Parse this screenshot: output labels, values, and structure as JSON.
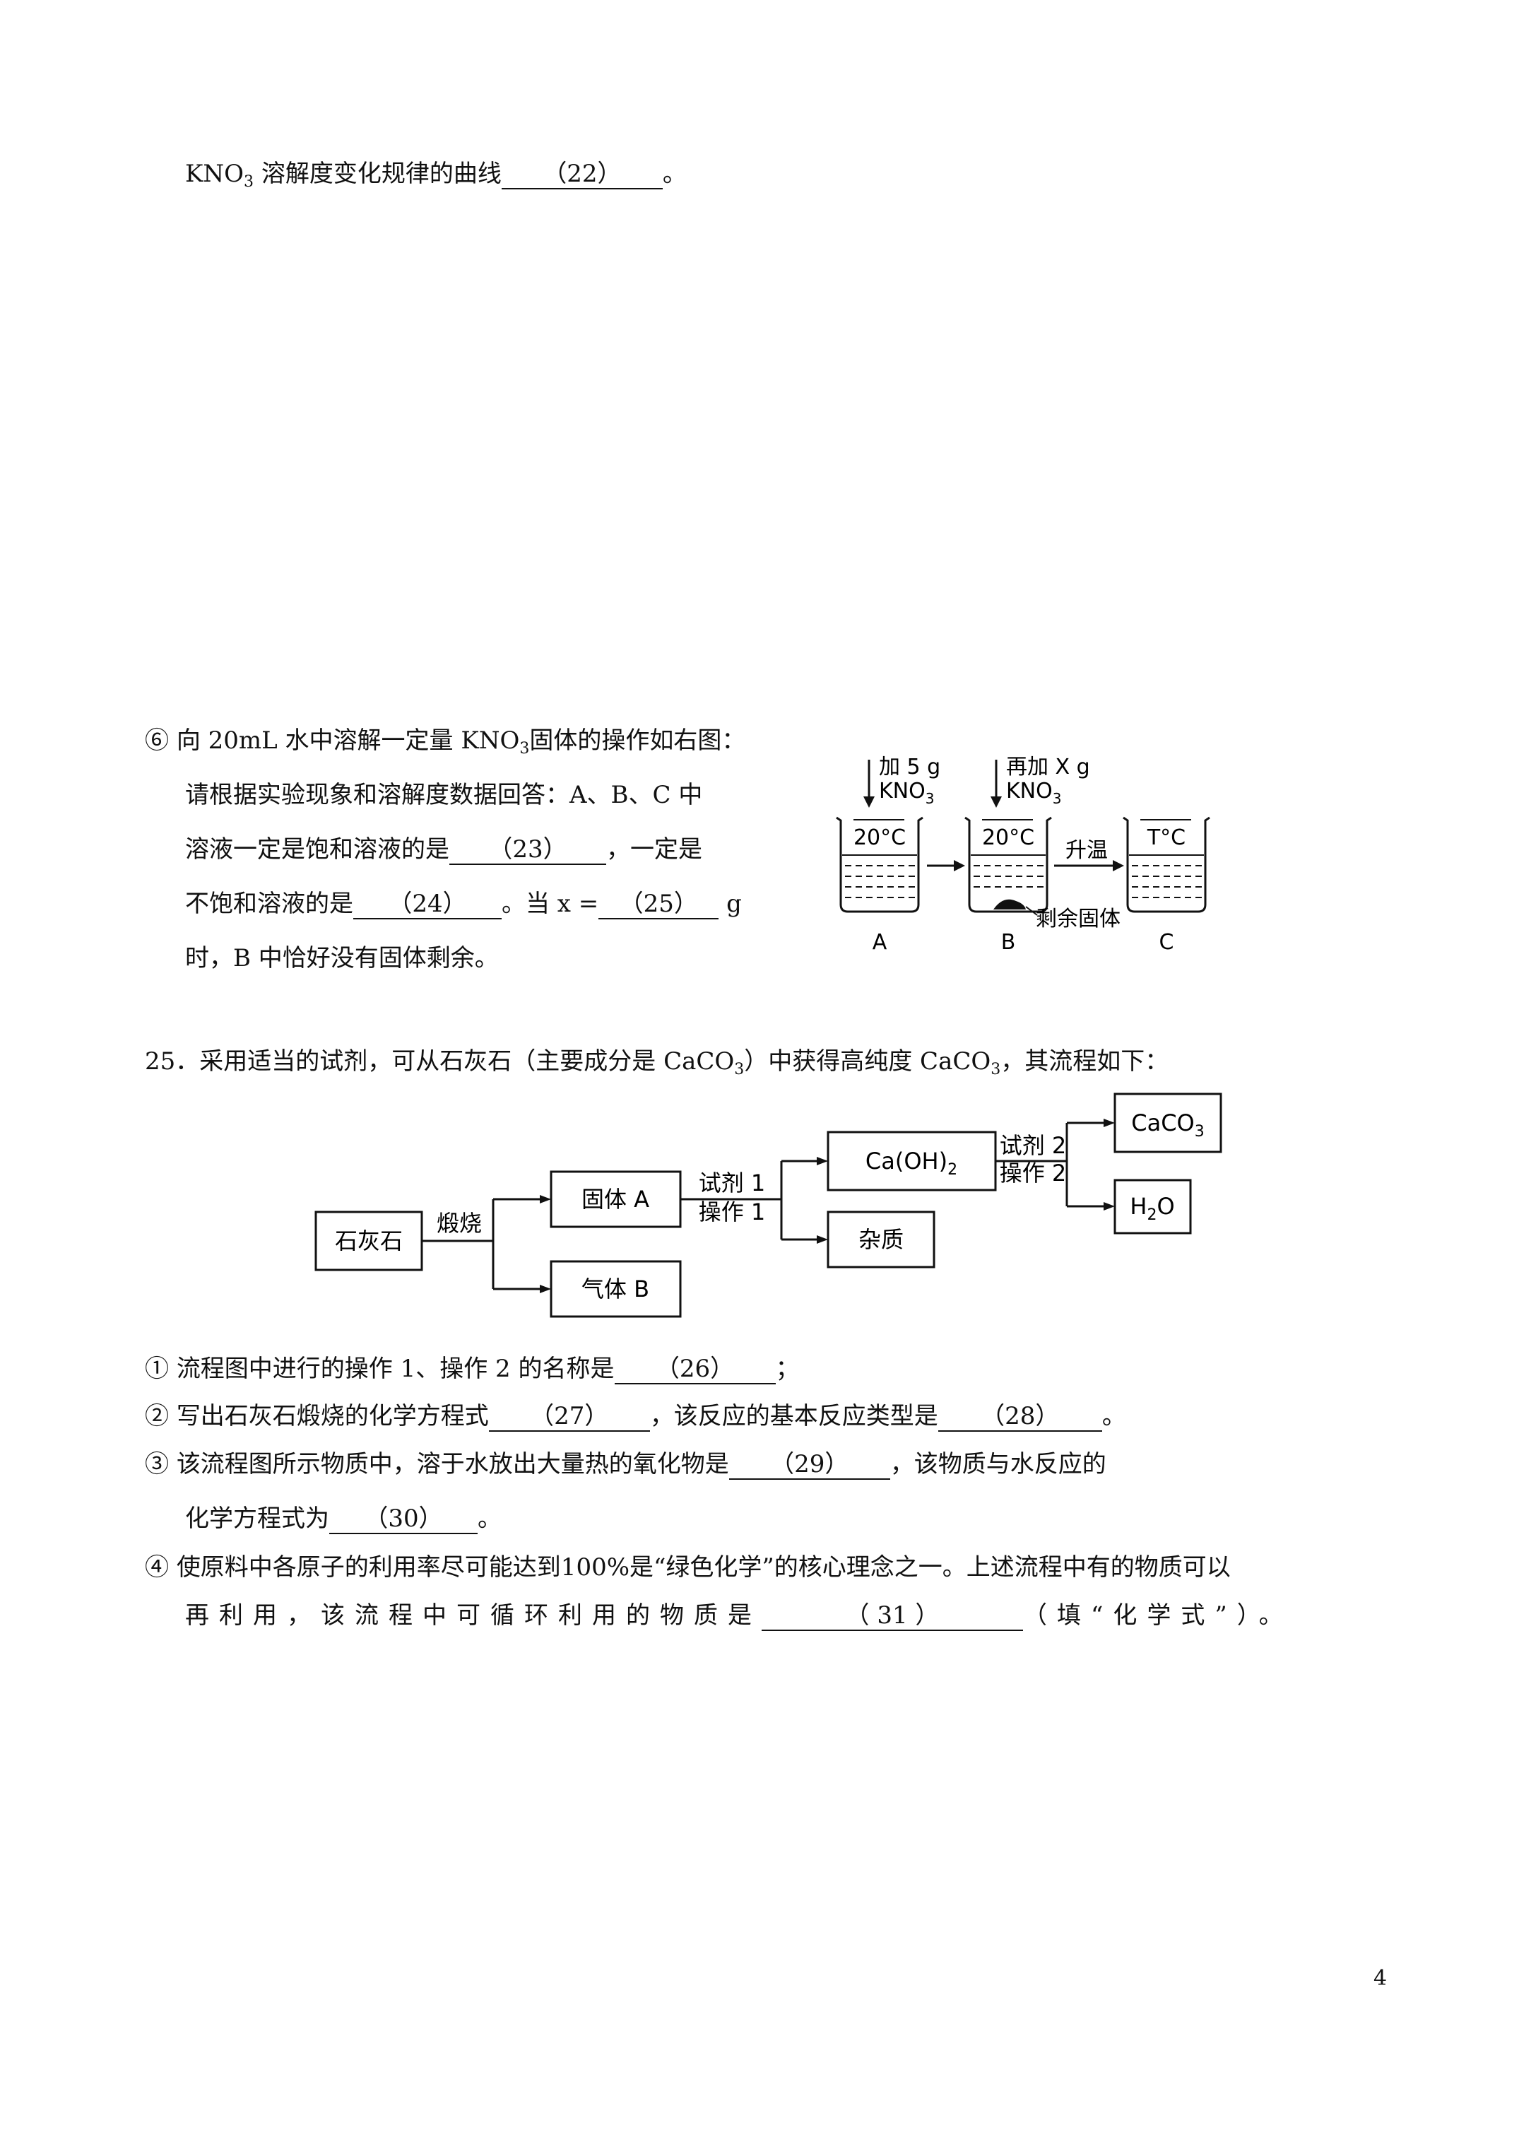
{
  "q24_tail": {
    "text": "溶解度变化规律的曲线",
    "blank": "（22）",
    "end": "。"
  },
  "q24_6": {
    "marker": "⑥",
    "line1_pre": "向 20mL 水中溶解一定量 KNO",
    "line1_post": "固体的操作如右图：",
    "line2": "请根据实验现象和溶解度数据回答：A、B、C 中",
    "line3_pre": "溶液一定是饱和溶液的是",
    "blank23": "（23）",
    "line3_post": "，一定是",
    "line4_pre": "不饱和溶液的是",
    "blank24": "（24）",
    "line4_mid": "。当 x =",
    "blank25": "（25）",
    "line4_unit": "g",
    "line5": "时，B 中恰好没有固体剩余。"
  },
  "beaker_fig": {
    "add_a1": "加 5 g",
    "add_a2": "KNO",
    "add_b1": "再加 X g",
    "add_b2": "KNO",
    "temp_a": "20°C",
    "temp_b": "20°C",
    "temp_c": "T°C",
    "heat": "升温",
    "residue": "剩余固体",
    "label_a": "A",
    "label_b": "B",
    "label_c": "C"
  },
  "q25": {
    "intro_pre": "25．采用适当的试剂，可从石灰石（主要成分是 CaCO",
    "intro_mid": "）中获得高纯度 CaCO",
    "intro_post": "，其流程如下：",
    "item1_marker": "①",
    "item1_pre": "流程图中进行的操作 1、操作 2 的名称是",
    "blank26": "（26）",
    "item1_post": "；",
    "item2_marker": "②",
    "item2_pre": "写出石灰石煅烧的化学方程式",
    "blank27": "（27）",
    "item2_mid": "，该反应的基本反应类型是",
    "blank28": "（28）",
    "item2_post": "。",
    "item3_marker": "③",
    "item3_pre": "该流程图所示物质中，溶于水放出大量热的氧化物是",
    "blank29": "（29）",
    "item3_post": "，该物质与水反应的",
    "item3_line2_pre": "化学方程式为",
    "blank30": "（30）",
    "item3_line2_post": "。",
    "item4_marker": "④",
    "item4_line1": "使原料中各原子的利用率尽可能达到100%是“绿色化学”的核心理念之一。上述流程中有的物质可以",
    "item4_line2_pre": "再利用，该流程中可循环利用的物质是",
    "blank31": "（ 31 ）",
    "item4_line2_post": "（填“化学式”）。"
  },
  "flow": {
    "limestone": "石灰石",
    "calcine": "煅烧",
    "solid_a": "固体 A",
    "gas_b": "气体 B",
    "reagent1": "试剂 1",
    "operation1": "操作 1",
    "caoh2": "Ca(OH)",
    "impurity": "杂质",
    "reagent2": "试剂 2",
    "operation2": "操作 2",
    "caco3": "CaCO",
    "h2o_h": "H",
    "h2o_o": "O",
    "sub2": "2",
    "sub3": "3"
  },
  "page_number": "4"
}
